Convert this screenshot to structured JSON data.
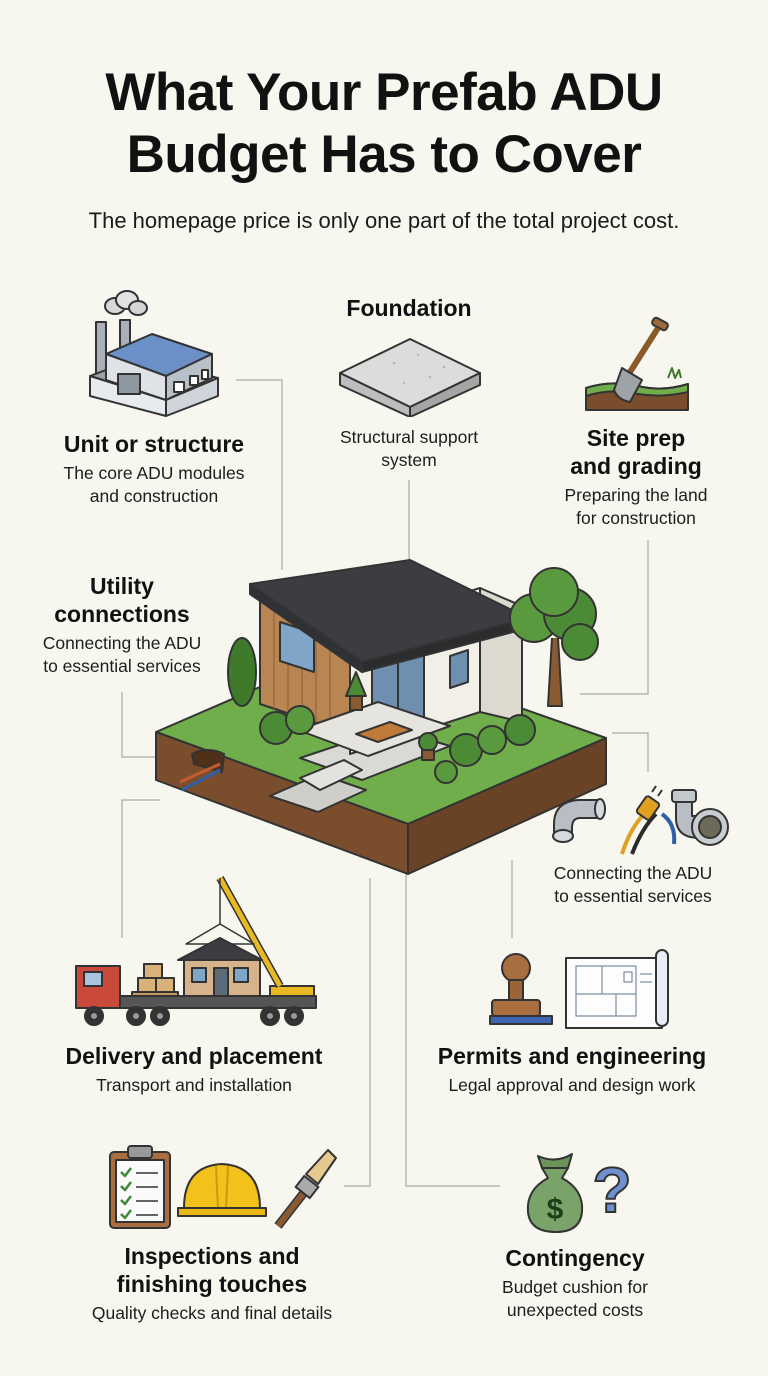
{
  "header": {
    "title_line1": "What Your Prefab ADU",
    "title_line2": "Budget Has to Cover",
    "subtitle": "The homepage price is only one part of the total project cost."
  },
  "items": {
    "unit": {
      "heading": "Unit or structure",
      "desc_line1": "The core ADU modules",
      "desc_line2": "and construction",
      "icon": "factory-icon"
    },
    "foundation": {
      "heading": "Foundation",
      "desc_line1": "Structural support",
      "desc_line2": "system",
      "icon": "concrete-slab-icon"
    },
    "site_prep": {
      "heading_line1": "Site prep",
      "heading_line2": "and grading",
      "desc_line1": "Preparing the land",
      "desc_line2": "for construction",
      "icon": "shovel-icon"
    },
    "utility": {
      "heading_line1": "Utility",
      "heading_line2": "connections",
      "desc_line1": "Connecting the ADU",
      "desc_line2": "to essential services"
    },
    "utility_icons": {
      "desc_line1": "Connecting the ADU",
      "desc_line2": "to essential services",
      "icons": [
        "pipe-elbow-icon",
        "electric-plug-icon",
        "pipe-icon"
      ]
    },
    "delivery": {
      "heading": "Delivery and placement",
      "desc": "Transport and installation",
      "icon": "truck-crane-icon"
    },
    "permits": {
      "heading": "Permits and engineering",
      "desc": "Legal approval and design work",
      "icons": [
        "rubber-stamp-icon",
        "blueprint-icon"
      ]
    },
    "inspections": {
      "heading_line1": "Inspections and",
      "heading_line2": "finishing touches",
      "desc": "Quality checks and final details",
      "icons": [
        "clipboard-checklist-icon",
        "hard-hat-icon",
        "paintbrush-icon"
      ]
    },
    "contingency": {
      "heading": "Contingency",
      "desc_line1": "Budget cushion for",
      "desc_line2": "unexpected costs",
      "icons": [
        "money-bag-icon",
        "question-mark-icon"
      ]
    }
  },
  "center": {
    "icon": "adu-house-on-lot-icon"
  },
  "colors": {
    "background": "#f7f6ef",
    "connector": "#b9b9b4",
    "grass": "#6fae4a",
    "soil": "#7a4e2d",
    "roof": "#3b3d40"
  }
}
